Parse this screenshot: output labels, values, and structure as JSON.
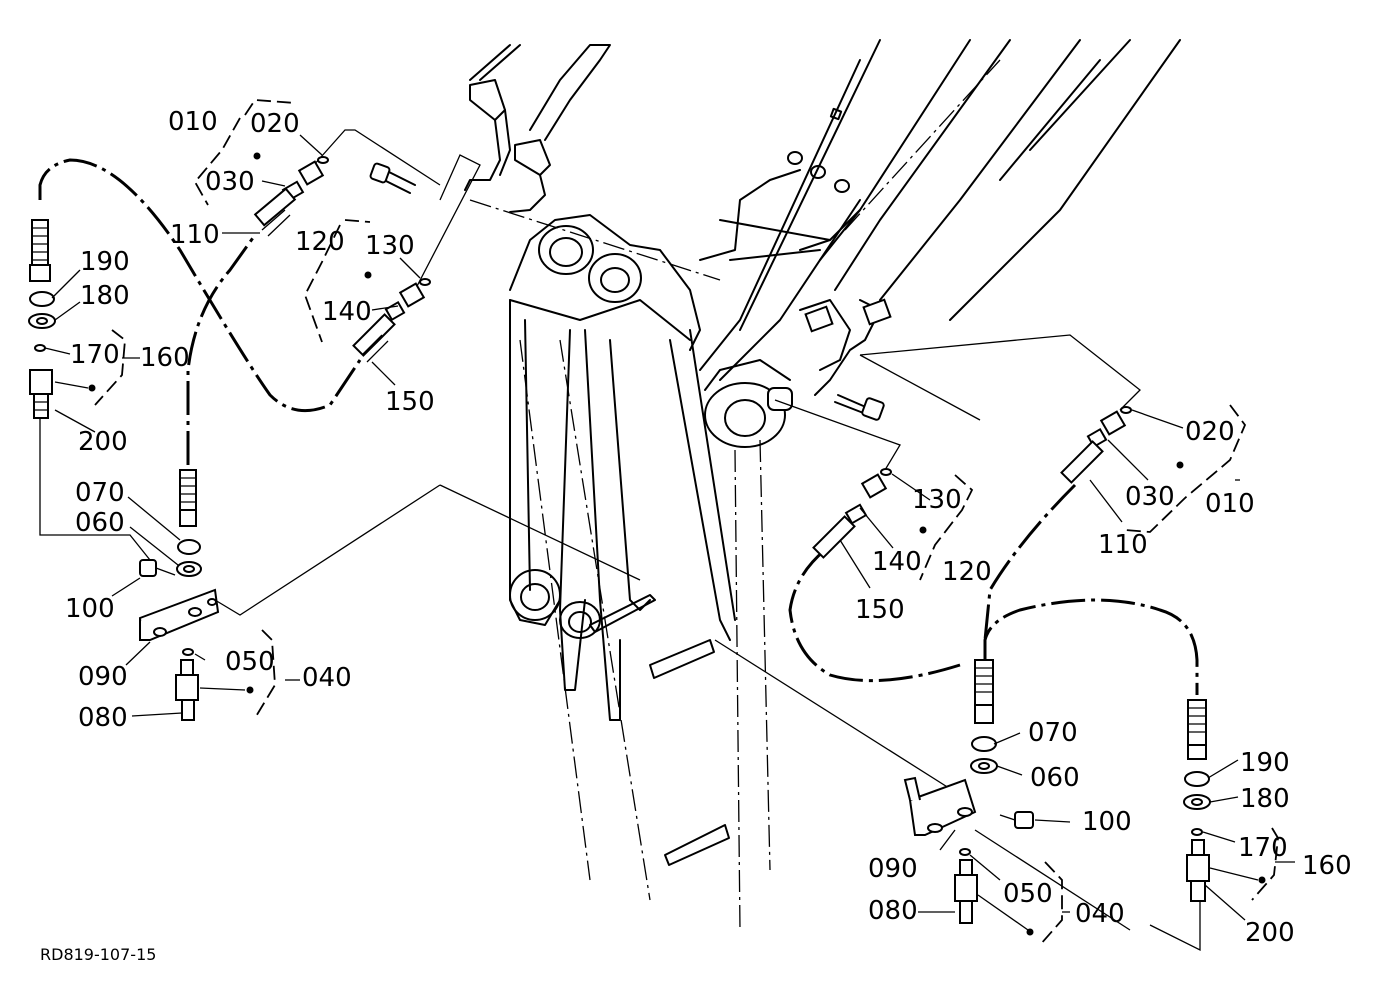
{
  "diagram": {
    "drawing_code": "RD819-107-15",
    "part_numbers": {
      "p010": "010",
      "p020": "020",
      "p030": "030",
      "p040": "040",
      "p050": "050",
      "p060": "060",
      "p070": "070",
      "p080": "080",
      "p090": "090",
      "p100": "100",
      "p110": "110",
      "p120": "120",
      "p130": "130",
      "p140": "140",
      "p150": "150",
      "p160": "160",
      "p170": "170",
      "p180": "180",
      "p190": "190",
      "p200": "200"
    },
    "colors": {
      "ink": "#000000",
      "paper": "#ffffff"
    }
  }
}
